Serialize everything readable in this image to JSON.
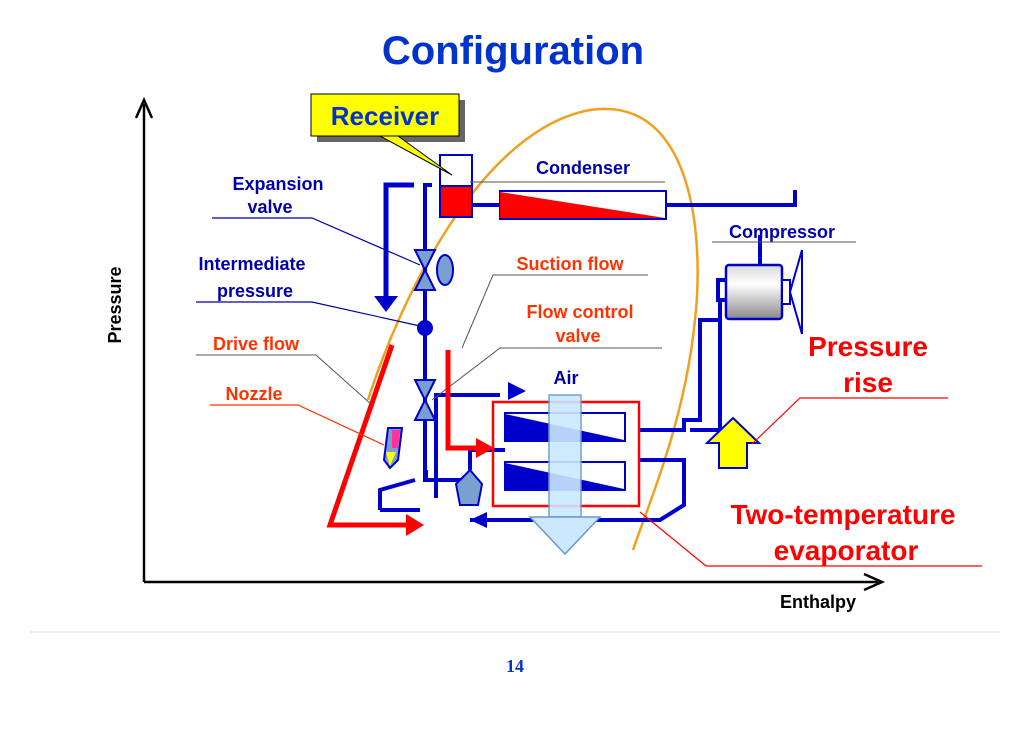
{
  "title": "Configuration",
  "page_number": "14",
  "axes": {
    "x_label": "Enthalpy",
    "y_label": "Pressure"
  },
  "labels": {
    "receiver": "Receiver",
    "condenser": "Condenser",
    "compressor": "Compressor",
    "expansion_valve_1": "Expansion",
    "expansion_valve_2": "valve",
    "intermediate_1": "Intermediate",
    "intermediate_2": "pressure",
    "suction_flow": "Suction flow",
    "flow_control_1": "Flow control",
    "flow_control_2": "valve",
    "drive_flow": "Drive flow",
    "nozzle": "Nozzle",
    "air": "Air",
    "pressure_rise_1": "Pressure",
    "pressure_rise_2": "rise",
    "two_temp_1": "Two-temperature",
    "two_temp_2": "evaporator"
  },
  "colors": {
    "title": "#0033cc",
    "pipe_blue": "#0000cc",
    "flow_red": "#ff0000",
    "dome_orange": "#f0a020",
    "label_red": "#ff0000",
    "label_orange": "#ff3300",
    "leader_gray": "#555555",
    "receiver_box": "#ffff00",
    "arrow_yellow": "#ffff00",
    "air_arrow": "#cce8ff"
  }
}
